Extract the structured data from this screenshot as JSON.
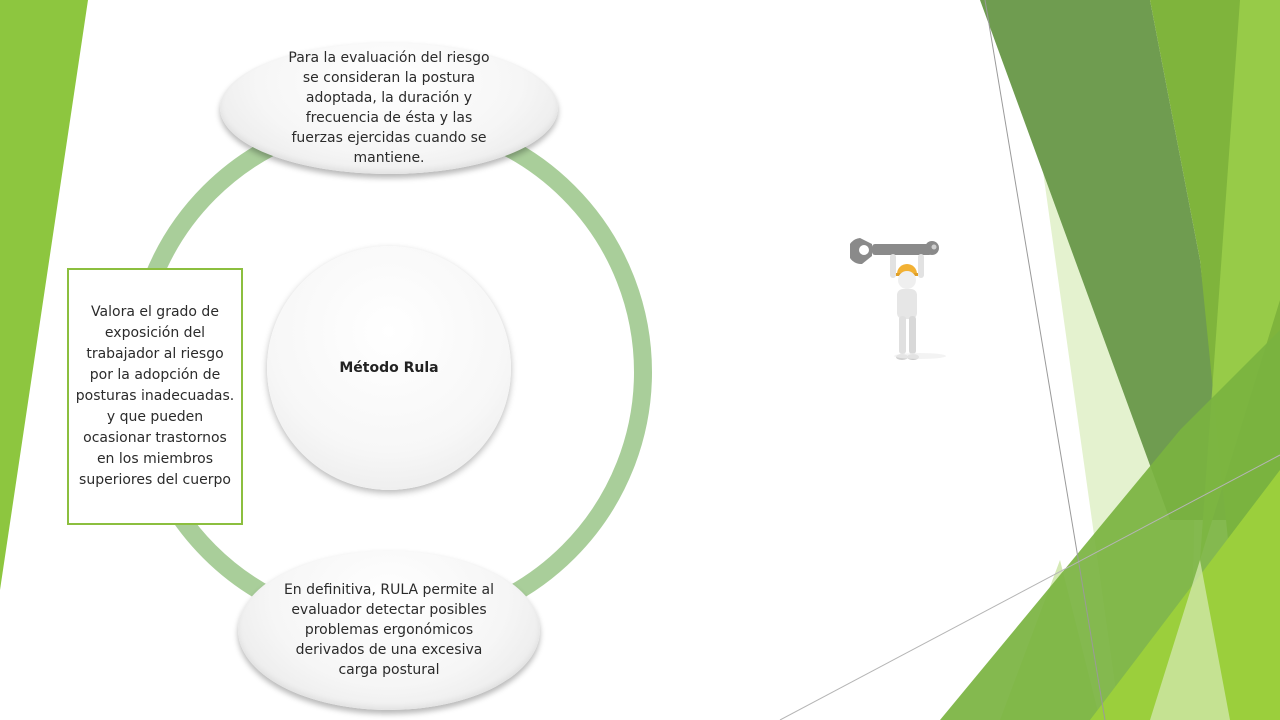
{
  "diagram": {
    "center_label": "Método Rula",
    "top_text": "Para la evaluación del riesgo se consideran la postura adoptada, la duración y frecuencia de ésta y las fuerzas ejercidas cuando se mantiene.",
    "left_text": "Valora el grado de exposición del trabajador al riesgo por la adopción de posturas inadecuadas. y que pueden ocasionar trastornos en los miembros superiores del cuerpo",
    "bottom_text": "En definitiva, RULA permite al evaluador detectar posibles problemas ergonómicos derivados de una excesiva carga postural"
  },
  "colors": {
    "ring": "#a9ce9a",
    "box_border": "#8cbf3f",
    "accent_green": "#8dc63f",
    "dark_green": "#6a9b4a",
    "light_green": "#e4f2cf"
  },
  "illustration": {
    "icon": "worker-holding-wrench-icon"
  }
}
